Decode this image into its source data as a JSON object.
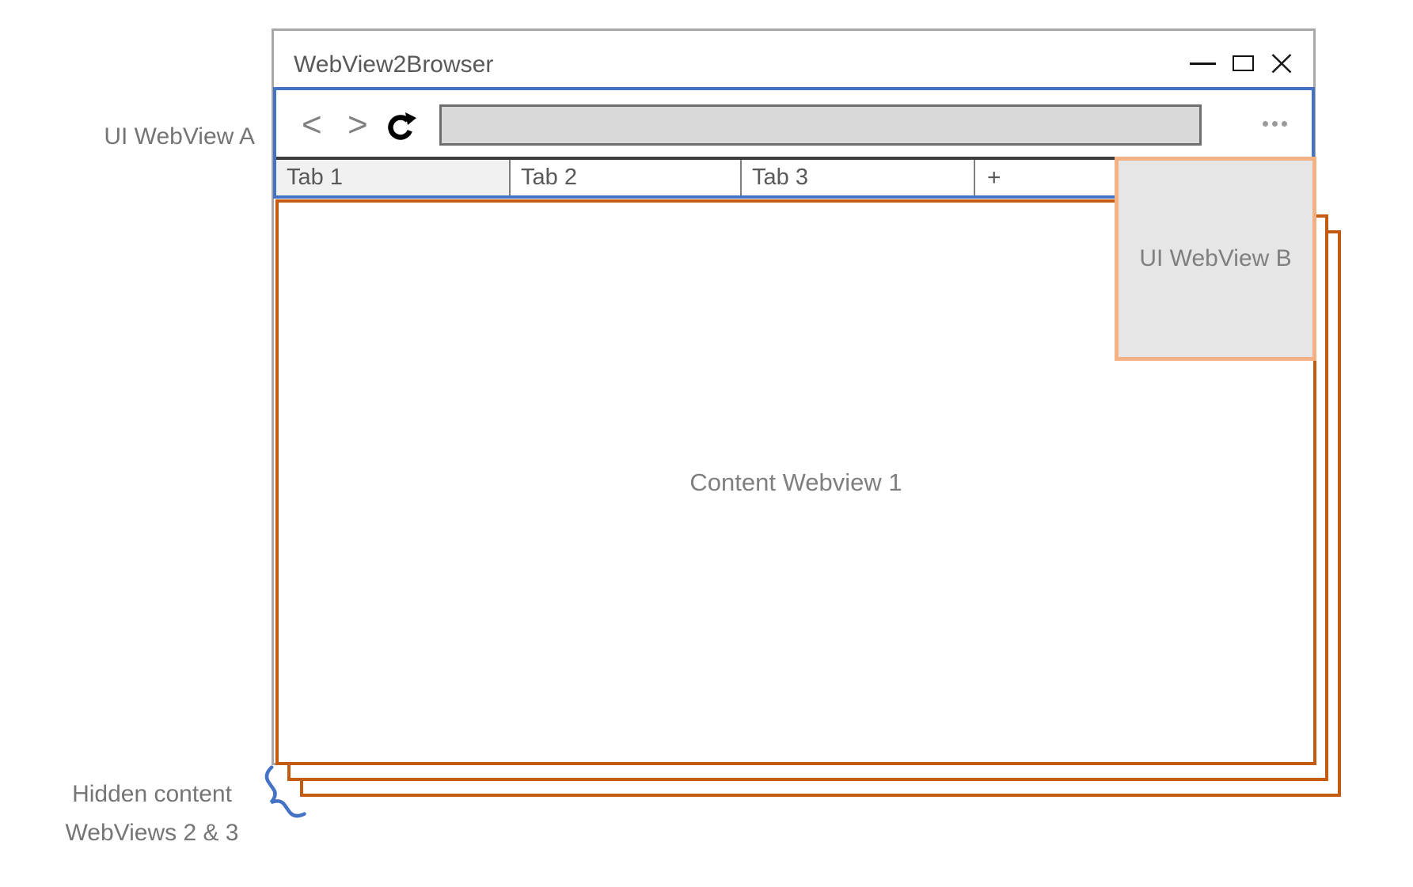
{
  "window": {
    "title": "WebView2Browser",
    "controls": {
      "minimize": "minimize",
      "maximize": "maximize",
      "close": "close"
    }
  },
  "toolbar": {
    "back_glyph": "<",
    "forward_glyph": ">",
    "reload_icon": "reload",
    "more_icon": "ellipsis",
    "address_bar": {
      "value": ""
    }
  },
  "tabs": [
    {
      "label": "Tab 1",
      "active": true
    },
    {
      "label": "Tab 2",
      "active": false
    },
    {
      "label": "Tab 3",
      "active": false
    },
    {
      "label": "+",
      "active": false
    }
  ],
  "content_webview": {
    "label": "Content Webview 1"
  },
  "ui_webview_b": {
    "label": "UI WebView B"
  },
  "annotations": {
    "ui_webview_a_label": "UI WebView A",
    "hidden_webviews_line1": "Hidden content",
    "hidden_webviews_line2": "WebViews 2 & 3"
  },
  "colors": {
    "accent_blue": "#4472C4",
    "accent_orange": "#C55A11",
    "accent_orange_light": "#F4B183",
    "panel_gray": "#E7E6E6",
    "frame_gray": "#A8A8A8",
    "text_gray": "#595959",
    "annotation_gray": "#757575"
  }
}
